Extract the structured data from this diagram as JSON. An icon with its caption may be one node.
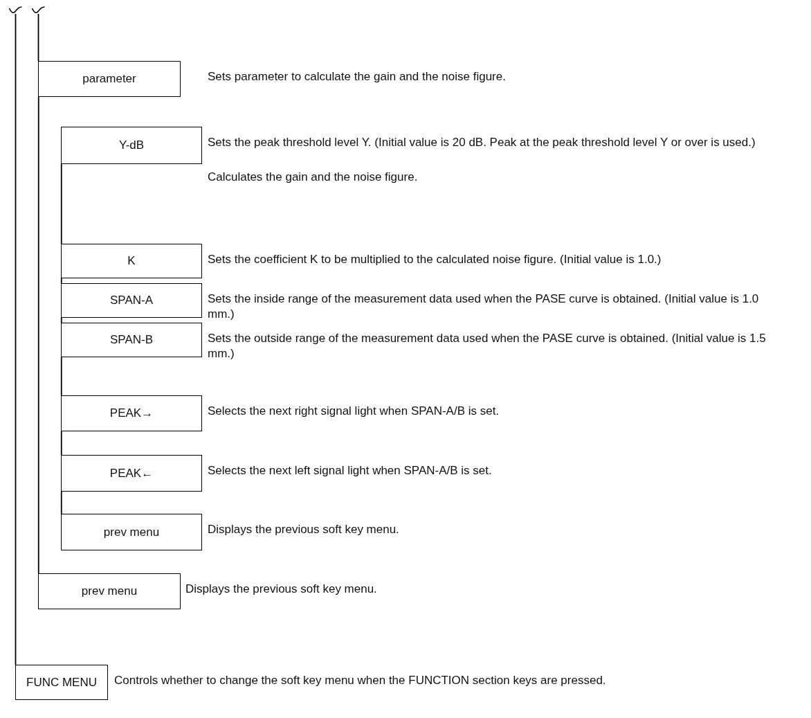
{
  "diagram": {
    "nodes": [
      {
        "text": [
          "parameter"
        ],
        "beside": [
          "Sets parameter to calculate the gain and the noise figure."
        ]
      },
      {
        "text": [
          "Y-dB"
        ],
        "beside": [
          "Sets the peak threshold level Y. (Initial value is 20 dB. Peak at the peak threshold level Y or over is used.)",
          "Calculates the gain and the noise figure."
        ]
      },
      {
        "text": [
          "K"
        ],
        "beside": [
          "Sets the coefficient K to be multiplied to the calculated noise figure. (Initial value is 1.0.)"
        ]
      },
      {
        "text": [
          "SPAN-A"
        ],
        "beside": [
          "Sets the inside range of the measurement data used when the PASE curve is obtained. (Initial value is 1.0 mm.)"
        ]
      },
      {
        "text": [
          "SPAN-B"
        ],
        "beside": [
          "Sets the outside range of the measurement data used when the PASE curve is obtained. (Initial value is 1.5 mm.)"
        ]
      },
      {
        "text": [
          "PEAK→"
        ],
        "beside": [
          "Selects the next right signal light when SPAN-A/B is set."
        ]
      },
      {
        "text": [
          "PEAK←"
        ],
        "beside": [
          "Selects the next left signal light when SPAN-A/B is set."
        ]
      },
      {
        "text": [
          "prev menu"
        ],
        "beside": [
          "Displays the previous soft key menu."
        ]
      },
      {
        "text": [
          "prev menu"
        ],
        "beside": [
          "Displays the previous soft key menu."
        ]
      },
      {
        "text": [
          "FUNC MENU"
        ],
        "beside": [
          "Controls whether to change the soft key menu when the FUNCTION section keys are pressed."
        ]
      }
    ],
    "edges": [
      {
        "from": null,
        "to": 0,
        "arrow": "none"
      },
      {
        "from": 0,
        "to": 8,
        "arrow": "none"
      },
      {
        "from": 1,
        "to": 2,
        "arrow": "none"
      },
      {
        "from": 2,
        "to": 3,
        "arrow": "none"
      },
      {
        "from": 3,
        "to": 4,
        "arrow": "none"
      },
      {
        "from": 4,
        "to": 5,
        "arrow": "none"
      },
      {
        "from": 5,
        "to": 6,
        "arrow": "none"
      },
      {
        "from": 6,
        "to": 7,
        "arrow": "none"
      },
      {
        "from": null,
        "to": 9,
        "arrow": "none"
      }
    ]
  }
}
